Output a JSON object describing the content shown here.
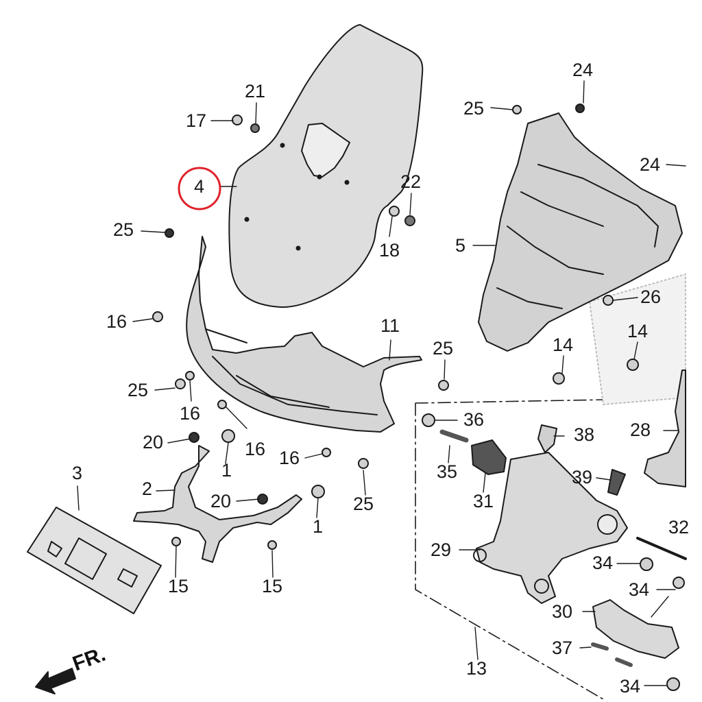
{
  "diagram": {
    "highlighted_part": "4",
    "highlight_color": "#e0222b",
    "line_color": "#1a1a1a",
    "fill_color": "#d9d9d9",
    "callouts": {
      "c1a": "1",
      "c1b": "1",
      "c2": "2",
      "c3": "3",
      "c4": "4",
      "c5": "5",
      "c11": "11",
      "c13": "13",
      "c14a": "14",
      "c14b": "14",
      "c15a": "15",
      "c15b": "15",
      "c16a": "16",
      "c16b": "16",
      "c16c": "16",
      "c16d": "16",
      "c17": "17",
      "c18": "18",
      "c20a": "20",
      "c20b": "20",
      "c21": "21",
      "c22": "22",
      "c24a": "24",
      "c24b": "24",
      "c25a": "25",
      "c25b": "25",
      "c25c": "25",
      "c25d": "25",
      "c25e": "25",
      "c26": "26",
      "c28": "28",
      "c29": "29",
      "c30": "30",
      "c31": "31",
      "c32": "32",
      "c34a": "34",
      "c34b": "34",
      "c34c": "34",
      "c35": "35",
      "c36": "36",
      "c37": "37",
      "c38": "38",
      "c39": "39"
    },
    "direction_label": "FR."
  }
}
